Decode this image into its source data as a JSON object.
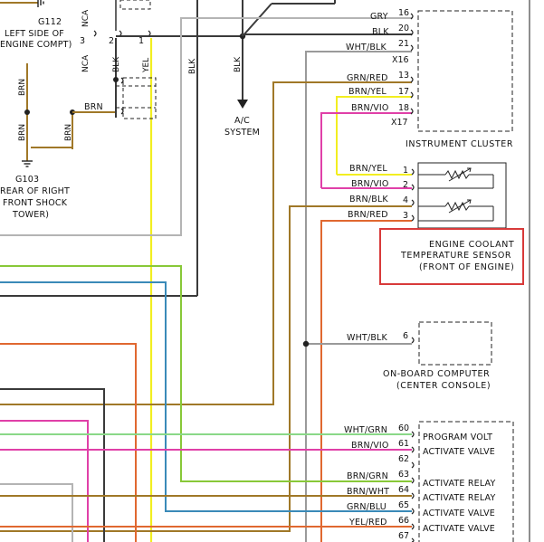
{
  "ground_labels": {
    "g112_id": "G112",
    "g112_line1": "LEFT SIDE OF",
    "g112_line2": "ENGINE COMPT)",
    "g103_id": "G103",
    "g103_line1": "REAR OF RIGHT",
    "g103_line2": "FRONT SHOCK",
    "g103_line3": "TOWER)"
  },
  "top_wires": {
    "nca_a": "NCA",
    "nca_b": "NCA",
    "pin3": "3",
    "pin2": "2",
    "pin1": "1",
    "blk": "BLK",
    "yel": "YEL",
    "blk2": "BLK",
    "blk3": "BLK",
    "brn1": "BRN",
    "brn2": "BRN",
    "brn3": "BRN",
    "brn4": "BRN"
  },
  "ac_system": {
    "line1": "A/C",
    "line2": "SYSTEM"
  },
  "instrument_cluster": {
    "title": "INSTRUMENT CLUSTER",
    "pins": [
      {
        "wire": "GRY",
        "pin": "16"
      },
      {
        "wire": "BLK",
        "pin": "20"
      },
      {
        "wire": "WHT/BLK",
        "pin": "21"
      },
      {
        "wire": "",
        "pin": "X16"
      },
      {
        "wire": "GRN/RED",
        "pin": "13"
      },
      {
        "wire": "BRN/YEL",
        "pin": "17"
      },
      {
        "wire": "BRN/VIO",
        "pin": "18"
      },
      {
        "wire": "",
        "pin": "X17"
      }
    ]
  },
  "coolant_sensor": {
    "line1": "ENGINE COOLANT",
    "line2": "TEMPERATURE SENSOR",
    "line3": "(FRONT OF ENGINE)",
    "pins": [
      {
        "wire": "BRN/YEL",
        "pin": "1"
      },
      {
        "wire": "BRN/VIO",
        "pin": "2"
      },
      {
        "wire": "BRN/BLK",
        "pin": "4"
      },
      {
        "wire": "BRN/RED",
        "pin": "3"
      }
    ]
  },
  "onboard_computer": {
    "line1": "ON-BOARD COMPUTER",
    "line2": "(CENTER CONSOLE)",
    "pin": {
      "wire": "WHT/BLK",
      "pin": "6"
    }
  },
  "module_pins": [
    {
      "wire": "WHT/GRN",
      "pin": "60",
      "function": "PROGRAM VOLT"
    },
    {
      "wire": "BRN/VIO",
      "pin": "61",
      "function": "ACTIVATE VALVE"
    },
    {
      "wire": "",
      "pin": "62",
      "function": ""
    },
    {
      "wire": "BRN/GRN",
      "pin": "63",
      "function": "ACTIVATE RELAY"
    },
    {
      "wire": "BRN/WHT",
      "pin": "64",
      "function": "ACTIVATE RELAY"
    },
    {
      "wire": "GRN/BLU",
      "pin": "65",
      "function": "ACTIVATE VALVE"
    },
    {
      "wire": "YEL/RED",
      "pin": "66",
      "function": "ACTIVATE VALVE"
    },
    {
      "wire": "",
      "pin": "67",
      "function": ""
    }
  ],
  "colors": {
    "brn": "#a07828",
    "yel": "#f2ee20",
    "gry": "#b4b4b4",
    "blk": "#3a3a3a",
    "pink": "#e040a8",
    "green": "#88c838",
    "blue": "#3a8ab8",
    "orange": "#e06830",
    "wht_grn": "#8ad888",
    "highlight": "#d83a3a"
  }
}
